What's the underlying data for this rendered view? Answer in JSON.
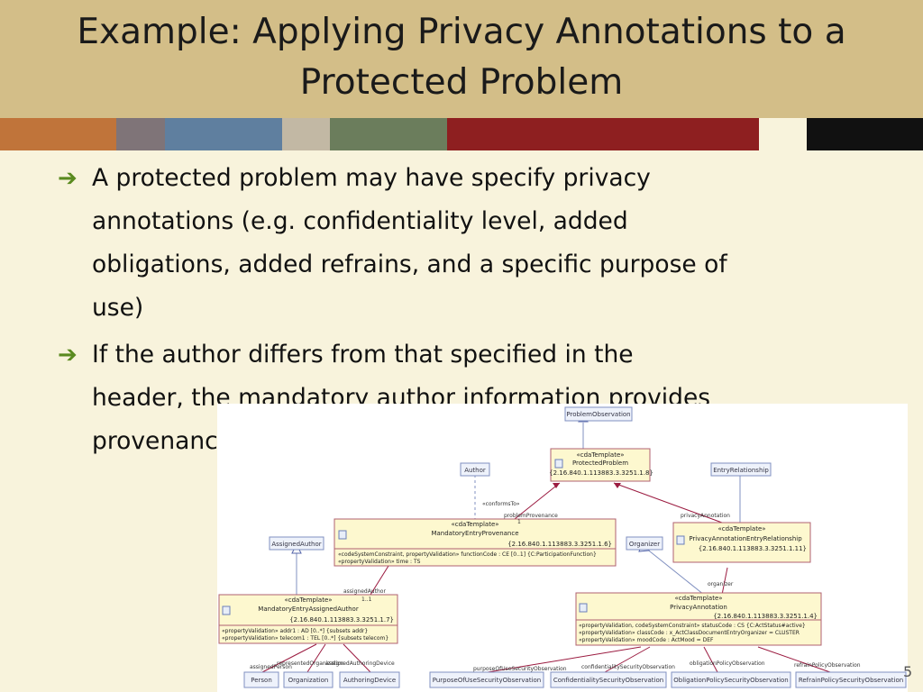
{
  "slide": {
    "title_line1": "Example: Applying Privacy Annotations to a",
    "title_line2": "Protected Problem",
    "colors": {
      "title_bg": "#d3be88",
      "body_bg": "#f8f3dc",
      "bullet_arrow": "#5a8a1f",
      "strip": [
        "#c0743a",
        "#7f7478",
        "#5f7f9f",
        "#c2b8a4",
        "#6b7d5c",
        "#8e1f20",
        "#f8f3dc",
        "#111111"
      ]
    },
    "page_number": "5"
  },
  "bullets": [
    {
      "icon": "arrow-right-icon",
      "lines": [
        "A protected problem may have specify privacy",
        "annotations (e.g. confidentiality level, added",
        "obligations, added refrains, and a specific purpose of",
        "use)"
      ]
    },
    {
      "icon": "arrow-right-icon",
      "lines": [
        "If the author differs from that specified in the",
        "header,  the mandatory author information provides",
        "provenance details"
      ]
    }
  ],
  "diagram": {
    "classes": {
      "problem_observation": "ProblemObservation",
      "author": "Author",
      "entry_relationship": "EntryRelationship",
      "assigned_author": "AssignedAuthor",
      "organizer": "Organizer",
      "person": "Person",
      "organization": "Organization",
      "authoring_device": "AuthoringDevice",
      "purpose_of_use": "PurposeOfUseSecurityObservation",
      "confidentiality": "ConfidentialitySecurityObservation",
      "obligation_policy": "ObligationPolicySecurityObservation",
      "refrain_policy": "RefrainPolicySecurityObservation"
    },
    "templates": {
      "protected_problem": {
        "stereotype": "«cdaTemplate»",
        "name": "ProtectedProblem",
        "oid": "{2.16.840.1.113883.3.3251.1.8}"
      },
      "mandatory_entry_provenance": {
        "stereotype": "«cdaTemplate»",
        "name": "MandatoryEntryProvenance",
        "oid": "{2.16.840.1.113883.3.3251.1.6}",
        "attr1": "«codeSystemConstraint, propertyValidation» functionCode : CE [0..1] {C:ParticipationFunction}",
        "attr2": "«propertyValidation» time : TS"
      },
      "privacy_annotation_entry_relationship": {
        "stereotype": "«cdaTemplate»",
        "name": "PrivacyAnnotationEntryRelationship",
        "oid": "{2.16.840.1.113883.3.3251.1.11}"
      },
      "mandatory_entry_assigned_author": {
        "stereotype": "«cdaTemplate»",
        "name": "MandatoryEntryAssignedAuthor",
        "oid": "{2.16.840.1.113883.3.3251.1.7}",
        "attr1": "«propertyValidation» addr1 : AD [0..*] {subsets addr}",
        "attr2": "«propertyValidation» telecom1 : TEL [0..*] {subsets telecom}"
      },
      "privacy_annotation": {
        "stereotype": "«cdaTemplate»",
        "name": "PrivacyAnnotation",
        "oid": "{2.16.840.1.113883.3.3251.1.4}",
        "attr1": "«propertyValidation, codeSystemConstraint» statusCode : CS {C:ActStatus#active}",
        "attr2": "«propertyValidation» classCode : x_ActClassDocumentEntryOrganizer = CLUSTER",
        "attr3": "«propertyValidation» moodCode : ActMood = DEF"
      }
    },
    "labels": {
      "conforms_to": "«conformsTo»",
      "problem_provenance": "problemProvenance",
      "privacy_annotation": "privacyAnnotation",
      "assigned_author": "assignedAuthor",
      "organizer": "organizer",
      "mult_1": "1",
      "mult_1_1": "1..1",
      "assigned_person": "assignedPerson",
      "represented_organization": "representedOrganization",
      "assigned_authoring_device": "assignedAuthoringDevice",
      "purpose_of_use": "purposeOfUseSecurityObservation",
      "confidentiality": "confidentialitySecurityObservation",
      "obligation_policy": "obligationPolicyObservation",
      "refrain_policy": "refrainPolicyObservation"
    }
  }
}
